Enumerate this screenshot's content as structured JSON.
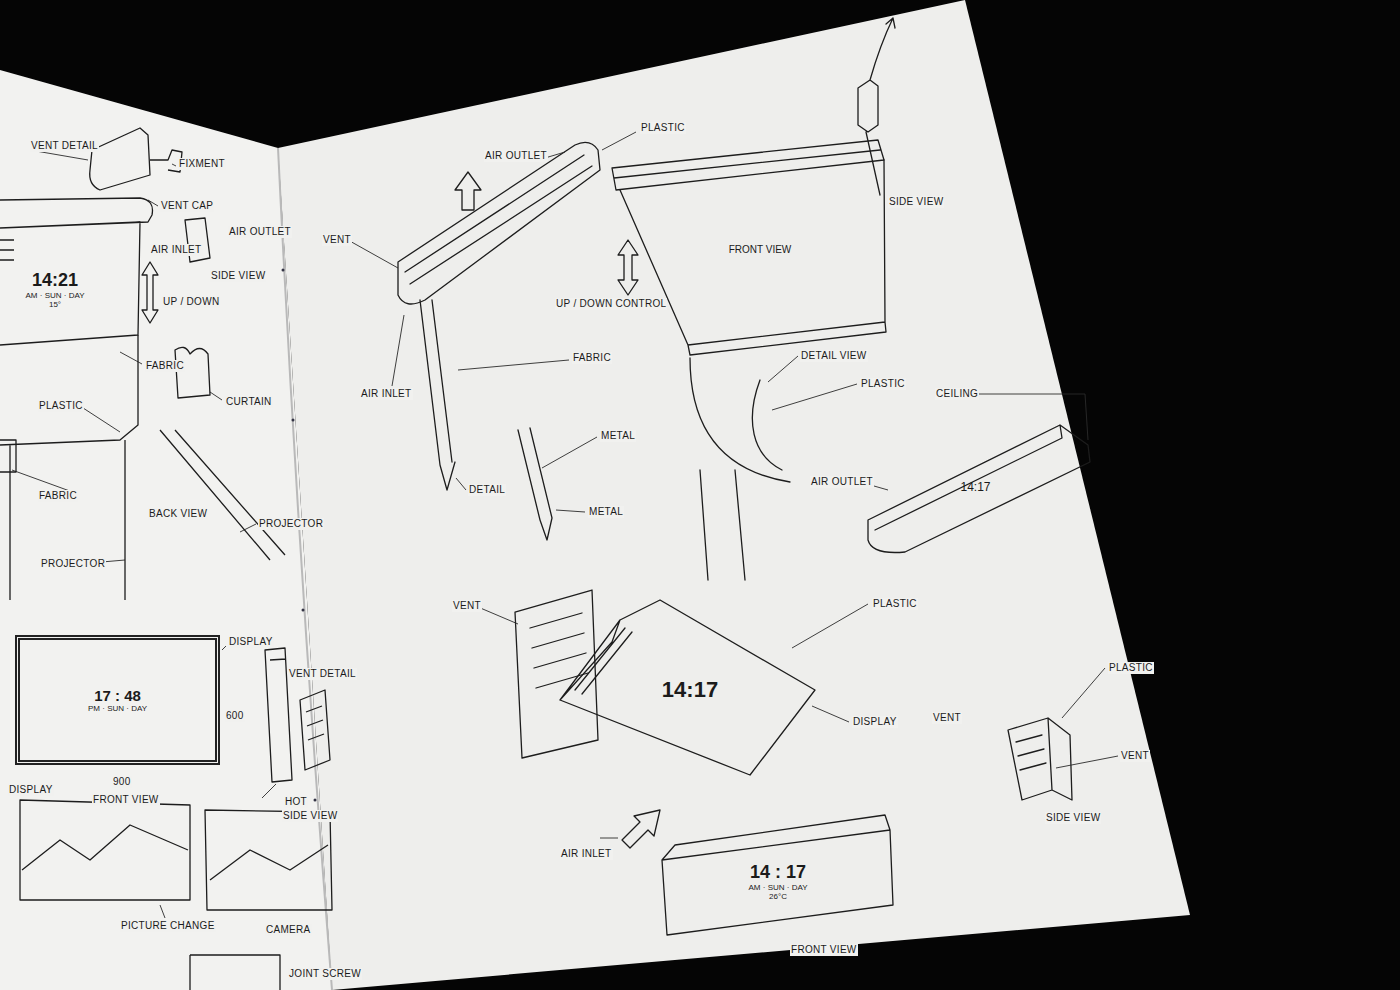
{
  "diagram": {
    "nodes": [
      {
        "text": [
          "14:21",
          "AM · SUN · DAY",
          "15°"
        ]
      },
      {
        "text": [
          "17 : 48",
          "PM · SUN · DAY"
        ]
      },
      {
        "text": [
          "14:17"
        ]
      },
      {
        "text": [
          "14:17"
        ]
      },
      {
        "text": [
          "14 : 17",
          "AM · SUN · DAY",
          "26°C"
        ]
      },
      {
        "text": [
          "FRONT VIEW"
        ]
      }
    ],
    "labels": [
      "VENT DETAIL",
      "FIXMENT",
      "VENT CAP",
      "AIR OUTLET",
      "AIR INLET",
      "SIDE VIEW",
      "UP / DOWN",
      "FABRIC",
      "CURTAIN",
      "PLASTIC",
      "FABRIC",
      "BACK VIEW",
      "PROJECTOR",
      "PROJECTOR",
      "DISPLAY",
      "600",
      "900",
      "DISPLAY",
      "FRONT VIEW",
      "VENT DETAIL",
      "HOT",
      "SIDE VIEW",
      "PICTURE CHANGE",
      "CAMERA",
      "JOINT SCREW",
      "PLASTIC",
      "AIR OUTLET",
      "VENT",
      "AIR INLET",
      "FABRIC",
      "UP / DOWN CONTROL",
      "DETAIL VIEW",
      "PLASTIC",
      "SIDE VIEW",
      "METAL",
      "DETAIL",
      "METAL",
      "CEILING",
      "AIR OUTLET",
      "PLASTIC",
      "VENT",
      "DISPLAY",
      "VENT",
      "PLASTIC",
      "VENT",
      "SIDE VIEW",
      "AIR INLET",
      "FRONT VIEW"
    ]
  }
}
